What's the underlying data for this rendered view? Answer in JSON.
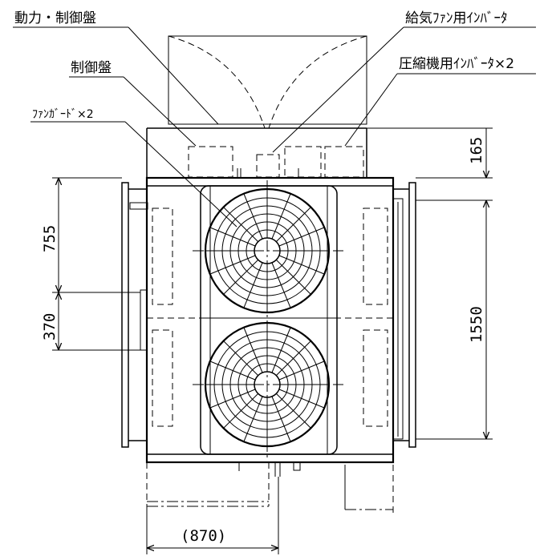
{
  "labels": {
    "power_control_panel": "動力・制御盤",
    "control_panel": "制御盤",
    "fan_guard": "ﾌｧﾝｶﾞｰﾄﾞ×2",
    "supply_fan_inverter": "給気ﾌｧﾝ用ｲﾝﾊﾞｰﾀ",
    "compressor_inverter": "圧縮機用ｲﾝﾊﾞｰﾀ×2"
  },
  "dimensions": {
    "top_165": "165",
    "right_1550": "1550",
    "left_755": "755",
    "left_370": "370",
    "bottom_870": "(870)"
  }
}
